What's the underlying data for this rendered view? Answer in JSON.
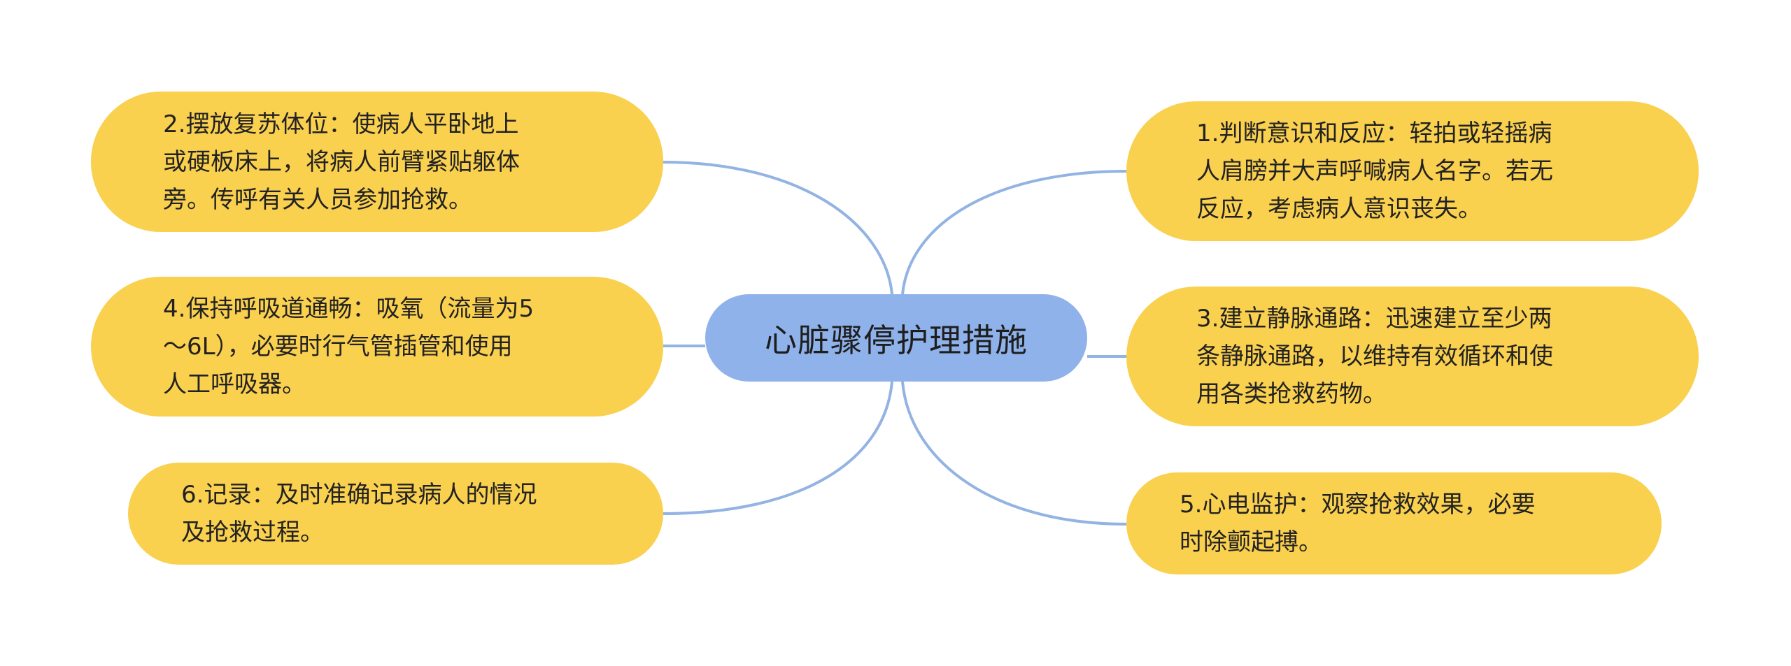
{
  "center": {
    "label": "心脏骤停护理措施"
  },
  "colors": {
    "center_fill": "#8fb2ea",
    "node_fill": "#fad04f",
    "connector": "#93b3e3",
    "text": "#222222"
  },
  "nodes": {
    "n1": {
      "lines": [
        "1.判断意识和反应：轻拍或轻摇病",
        "人肩膀并大声呼喊病人名字。若无",
        "反应，考虑病人意识丧失。"
      ]
    },
    "n2": {
      "lines": [
        "2.摆放复苏体位：使病人平卧地上",
        "或硬板床上，将病人前臂紧贴躯体",
        "旁。传呼有关人员参加抢救。"
      ]
    },
    "n3": {
      "lines": [
        "3.建立静脉通路：迅速建立至少两",
        "条静脉通路，以维持有效循环和使",
        "用各类抢救药物。"
      ]
    },
    "n4": {
      "lines": [
        "4.保持呼吸道通畅：吸氧（流量为5",
        "～6L），必要时行气管插管和使用",
        "人工呼吸器。"
      ]
    },
    "n5": {
      "lines": [
        "5.心电监护：观察抢救效果，必要",
        "时除颤起搏。"
      ]
    },
    "n6": {
      "lines": [
        "6.记录：及时准确记录病人的情况",
        "及抢救过程。"
      ]
    }
  }
}
